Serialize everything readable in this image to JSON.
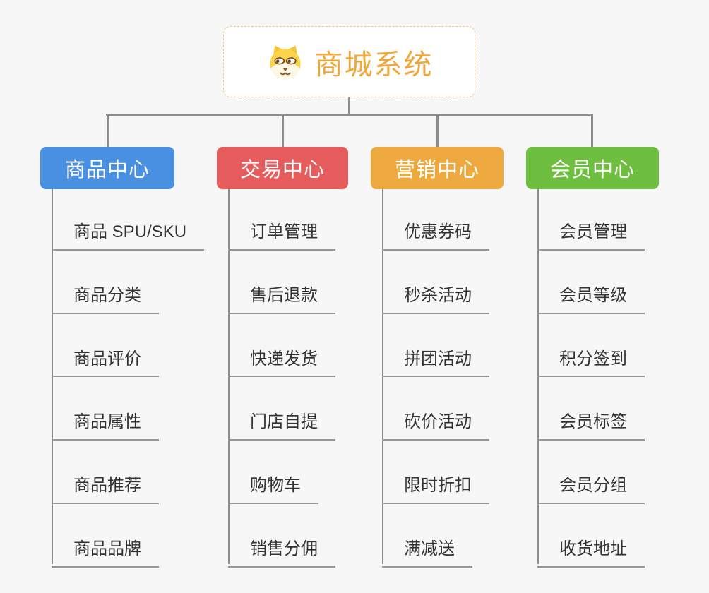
{
  "page": {
    "background_color": "#f7f7f7",
    "connector_color": "#8c8c8c"
  },
  "root": {
    "title": "商城系统",
    "icon": "shiba-dog-icon",
    "text_color": "#f0a73a",
    "border_color": "#f2c57c"
  },
  "branches": [
    {
      "id": "product-center",
      "label": "商品中心",
      "color": "#4a90e2",
      "items": [
        "商品 SPU/SKU",
        "商品分类",
        "商品评价",
        "商品属性",
        "商品推荐",
        "商品品牌"
      ]
    },
    {
      "id": "trade-center",
      "label": "交易中心",
      "color": "#e65c5c",
      "items": [
        "订单管理",
        "售后退款",
        "快递发货",
        "门店自提",
        "购物车",
        "销售分佣"
      ]
    },
    {
      "id": "marketing-center",
      "label": "营销中心",
      "color": "#eda93d",
      "items": [
        "优惠券码",
        "秒杀活动",
        "拼团活动",
        "砍价活动",
        "限时折扣",
        "满减送"
      ]
    },
    {
      "id": "member-center",
      "label": "会员中心",
      "color": "#6ebe40",
      "items": [
        "会员管理",
        "会员等级",
        "积分签到",
        "会员标签",
        "会员分组",
        "收货地址"
      ]
    }
  ]
}
